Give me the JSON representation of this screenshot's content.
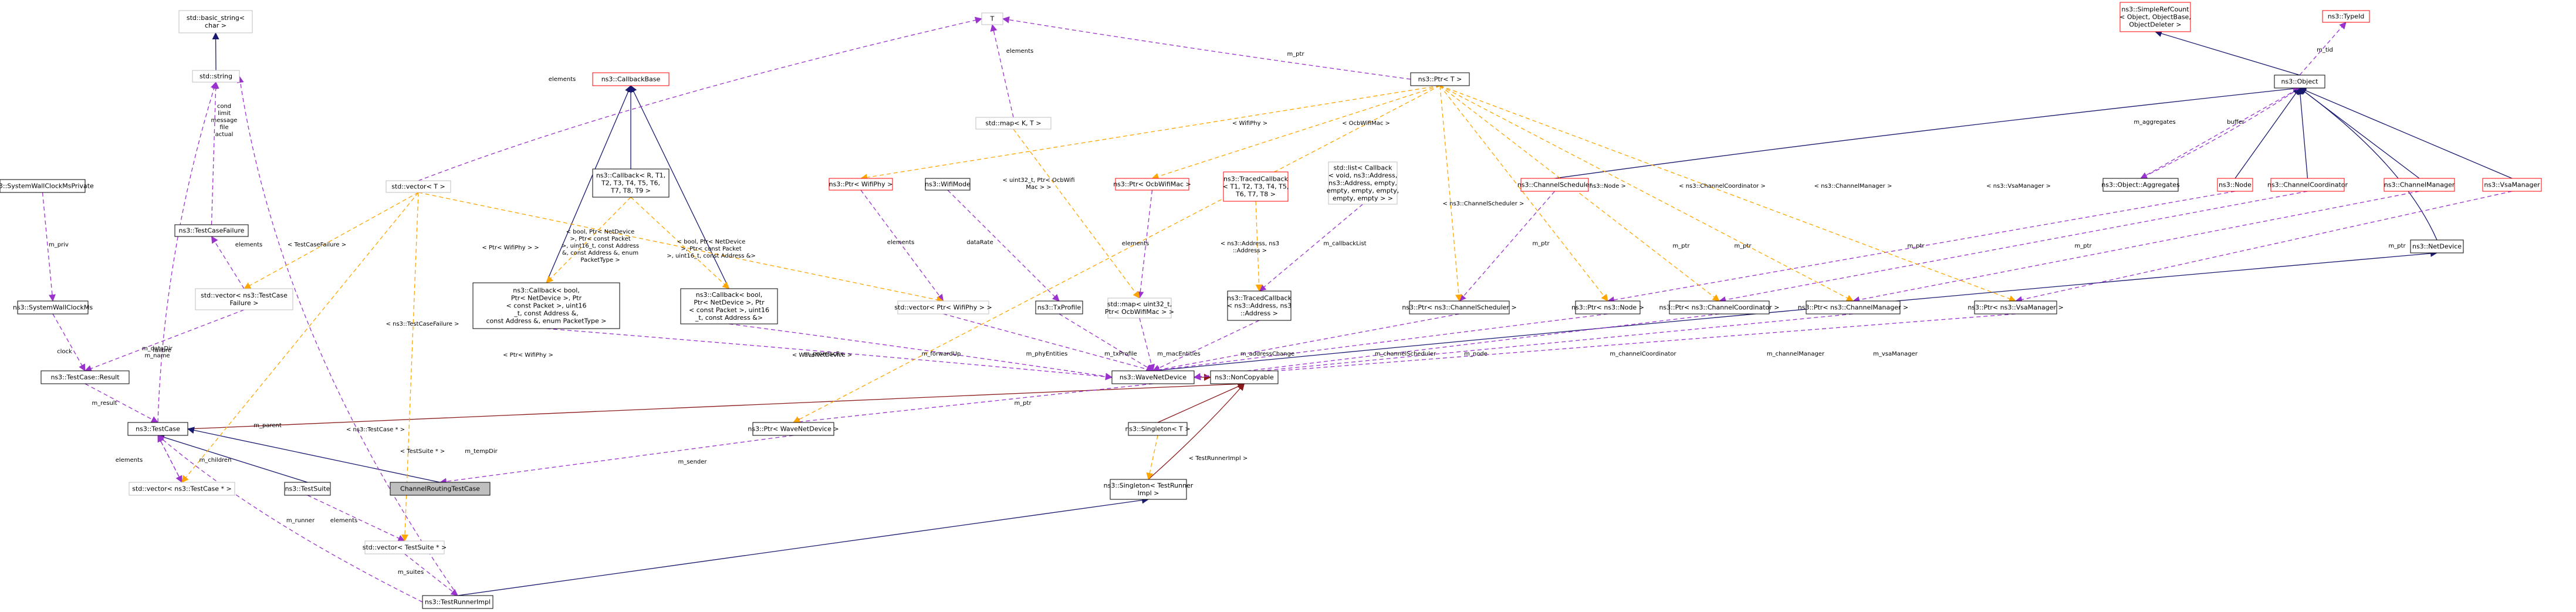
{
  "colors": {
    "solid_edge": "#191970",
    "usage_edge": "#9a32cd",
    "template_edge": "#ffa500",
    "composition_edge": "#8b1a1a",
    "node_border_black": "#000000",
    "node_border_red": "#ff0000",
    "node_border_grey": "#bfbfbf",
    "highlight_fill": "#bfbfbf"
  },
  "nodes": [
    {
      "id": "basic_string",
      "lines": [
        "std::basic_string<",
        "char >"
      ],
      "style": "grey"
    },
    {
      "id": "std_string",
      "lines": [
        "std::string"
      ],
      "style": "grey"
    },
    {
      "id": "T",
      "lines": [
        "T"
      ],
      "style": "grey"
    },
    {
      "id": "callbackbase",
      "lines": [
        "ns3::CallbackBase"
      ],
      "style": "red"
    },
    {
      "id": "vector_T",
      "lines": [
        "std::vector< T >"
      ],
      "style": "grey"
    },
    {
      "id": "callback_generic",
      "lines": [
        "ns3::Callback< R, T1,",
        "T2, T3, T4, T5, T6,",
        "T7, T8, T9 >"
      ],
      "style": "black"
    },
    {
      "id": "map_KT",
      "lines": [
        "std::map< K, T >"
      ],
      "style": "grey"
    },
    {
      "id": "ptr_T",
      "lines": [
        "ns3::Ptr< T >"
      ],
      "style": "black"
    },
    {
      "id": "simplerefcount",
      "lines": [
        "ns3::SimpleRefCount",
        "< Object, ObjectBase,",
        "ObjectDeleter >"
      ],
      "style": "red"
    },
    {
      "id": "typeid",
      "lines": [
        "ns3::TypeId"
      ],
      "style": "red"
    },
    {
      "id": "object",
      "lines": [
        "ns3::Object"
      ],
      "style": "black"
    },
    {
      "id": "syswall_private",
      "lines": [
        "ns3::SystemWallClockMsPrivate"
      ],
      "style": "black"
    },
    {
      "id": "testcasefailure",
      "lines": [
        "ns3::TestCaseFailure"
      ],
      "style": "black"
    },
    {
      "id": "vector_failure",
      "lines": [
        "std::vector< ns3::TestCase",
        "Failure >"
      ],
      "style": "grey"
    },
    {
      "id": "ptr_wifiphy",
      "lines": [
        "ns3::Ptr< WifiPhy >"
      ],
      "style": "red"
    },
    {
      "id": "wifimode",
      "lines": [
        "ns3::WifiMode"
      ],
      "style": "black"
    },
    {
      "id": "ptr_ocbwifimac",
      "lines": [
        "ns3::Ptr< OcbWifiMac >"
      ],
      "style": "red"
    },
    {
      "id": "traced_callback_generic",
      "lines": [
        "ns3::TracedCallback",
        "< T1, T2, T3, T4, T5,",
        "T6, T7, T8 >"
      ],
      "style": "red"
    },
    {
      "id": "list_callback",
      "lines": [
        "std::list< Callback",
        "< void, ns3::Address,",
        "ns3::Address, empty,",
        "empty, empty, empty,",
        "empty, empty > >"
      ],
      "style": "grey"
    },
    {
      "id": "channelscheduler",
      "lines": [
        "ns3::ChannelScheduler"
      ],
      "style": "red"
    },
    {
      "id": "object_aggregates",
      "lines": [
        "ns3::Object::Aggregates"
      ],
      "style": "black"
    },
    {
      "id": "node",
      "lines": [
        "ns3::Node"
      ],
      "style": "red"
    },
    {
      "id": "channelcoordinator",
      "lines": [
        "ns3::ChannelCoordinator"
      ],
      "style": "red"
    },
    {
      "id": "channelmanager",
      "lines": [
        "ns3::ChannelManager"
      ],
      "style": "red"
    },
    {
      "id": "vsamanager",
      "lines": [
        "ns3::VsaManager"
      ],
      "style": "red"
    },
    {
      "id": "syswallclock",
      "lines": [
        "ns3::SystemWallClockMs"
      ],
      "style": "black"
    },
    {
      "id": "callback_promisc",
      "lines": [
        "ns3::Callback< bool,",
        "Ptr< NetDevice >, Ptr",
        "< const Packet >, uint16",
        "_t, const Address &,",
        "const Address &, enum PacketType >"
      ],
      "style": "black"
    },
    {
      "id": "callback_forward",
      "lines": [
        "ns3::Callback< bool,",
        "Ptr< NetDevice >, Ptr",
        "< const Packet >, uint16",
        "_t, const Address &>"
      ],
      "style": "black"
    },
    {
      "id": "vector_ptr_wifiphy",
      "lines": [
        "std::vector< Ptr< WifiPhy > >"
      ],
      "style": "grey"
    },
    {
      "id": "txprofile",
      "lines": [
        "ns3::TxProfile"
      ],
      "style": "black"
    },
    {
      "id": "map_uint32_ocb",
      "lines": [
        "std::map< uint32_t,",
        "Ptr< OcbWifiMac > >"
      ],
      "style": "grey"
    },
    {
      "id": "traced_callback_addr",
      "lines": [
        "ns3::TracedCallback",
        "< ns3::Address, ns3",
        "::Address >"
      ],
      "style": "black"
    },
    {
      "id": "ptr_channelscheduler",
      "lines": [
        "ns3::Ptr< ns3::ChannelScheduler >"
      ],
      "style": "black"
    },
    {
      "id": "ptr_node",
      "lines": [
        "ns3::Ptr< ns3::Node >"
      ],
      "style": "black"
    },
    {
      "id": "ptr_channelcoordinator",
      "lines": [
        "ns3::Ptr< ns3::ChannelCoordinator >"
      ],
      "style": "black"
    },
    {
      "id": "ptr_channelmanager",
      "lines": [
        "ns3::Ptr< ns3::ChannelManager >"
      ],
      "style": "black"
    },
    {
      "id": "ptr_vsamanager",
      "lines": [
        "ns3::Ptr< ns3::VsaManager >"
      ],
      "style": "black"
    },
    {
      "id": "netdevice",
      "lines": [
        "ns3::NetDevice"
      ],
      "style": "black"
    },
    {
      "id": "testcase_result",
      "lines": [
        "ns3::TestCase::Result"
      ],
      "style": "black"
    },
    {
      "id": "wavenetdevice",
      "lines": [
        "ns3::WaveNetDevice"
      ],
      "style": "black"
    },
    {
      "id": "noncopyable",
      "lines": [
        "ns3::NonCopyable"
      ],
      "style": "black"
    },
    {
      "id": "testcase",
      "lines": [
        "ns3::TestCase"
      ],
      "style": "black"
    },
    {
      "id": "ptr_wavenetdevice",
      "lines": [
        "ns3::Ptr< WaveNetDevice >"
      ],
      "style": "black"
    },
    {
      "id": "singleton_T",
      "lines": [
        "ns3::Singleton< T >"
      ],
      "style": "black"
    },
    {
      "id": "vector_testcase",
      "lines": [
        "std::vector< ns3::TestCase * >"
      ],
      "style": "grey"
    },
    {
      "id": "testsuite",
      "lines": [
        "ns3::TestSuite"
      ],
      "style": "black"
    },
    {
      "id": "channelroutingtestcase",
      "lines": [
        "ChannelRoutingTestCase"
      ],
      "style": "highlight"
    },
    {
      "id": "singleton_runner",
      "lines": [
        "ns3::Singleton< TestRunner",
        "Impl >"
      ],
      "style": "black"
    },
    {
      "id": "vector_testsuite",
      "lines": [
        "std::vector< TestSuite * >"
      ],
      "style": "grey"
    },
    {
      "id": "testrunnerimpl",
      "lines": [
        "ns3::TestRunnerImpl"
      ],
      "style": "black"
    }
  ],
  "edge_labels": [
    {
      "id": "l_elements_vector",
      "text": [
        "elements"
      ]
    },
    {
      "id": "l_elements_map",
      "text": [
        "elements"
      ]
    },
    {
      "id": "l_mptr_top",
      "text": [
        "m_ptr"
      ]
    },
    {
      "id": "l_mtid",
      "text": [
        "m_tid"
      ]
    },
    {
      "id": "l_cond",
      "text": [
        "cond",
        "limit",
        "message",
        "file",
        "actual"
      ]
    },
    {
      "id": "l_wifiphy",
      "text": [
        "< WifiPhy >"
      ]
    },
    {
      "id": "l_ocbwifimac",
      "text": [
        "< OcbWifiMac >"
      ]
    },
    {
      "id": "l_channelscheduler",
      "text": [
        "< ns3::ChannelScheduler >"
      ]
    },
    {
      "id": "l_nodeT",
      "text": [
        "< ns3::Node >"
      ]
    },
    {
      "id": "l_channelcoordinator",
      "text": [
        "< ns3::ChannelCoordinator >"
      ]
    },
    {
      "id": "l_channelmanager",
      "text": [
        "< ns3::ChannelManager >"
      ]
    },
    {
      "id": "l_vsamanager",
      "text": [
        "< ns3::VsaManager >"
      ]
    },
    {
      "id": "l_maggregates",
      "text": [
        "m_aggregates"
      ]
    },
    {
      "id": "l_buffer",
      "text": [
        "buffer"
      ]
    },
    {
      "id": "l_uint32",
      "text": [
        "< uint32_t, Ptr< OcbWifi",
        "Mac > >"
      ]
    },
    {
      "id": "l_mpriv",
      "text": [
        "m_priv"
      ]
    },
    {
      "id": "l_elements_failure",
      "text": [
        "elements"
      ]
    },
    {
      "id": "l_testcasefailure",
      "text": [
        "< TestCaseFailure >"
      ]
    },
    {
      "id": "l_ptrwifiphy_vec",
      "text": [
        "< Ptr< WifiPhy > >"
      ]
    },
    {
      "id": "l_bool_promisc",
      "text": [
        "< bool, Ptr< NetDevice",
        ">, Ptr< const Packet",
        ">, uint16_t, const Address",
        "&, const Address &, enum",
        "PacketType >"
      ]
    },
    {
      "id": "l_bool_forward",
      "text": [
        "< bool, Ptr< NetDevice",
        ">, Ptr< const Packet",
        ">, uint16_t, const Address &>"
      ]
    },
    {
      "id": "l_elements_wifiphy",
      "text": [
        "elements"
      ]
    },
    {
      "id": "l_datarate",
      "text": [
        "dataRate"
      ]
    },
    {
      "id": "l_elements_ocb",
      "text": [
        "elements"
      ]
    },
    {
      "id": "l_addr_addr",
      "text": [
        "< ns3::Address, ns3",
        "::Address >"
      ]
    },
    {
      "id": "l_mcallbacklist",
      "text": [
        "m_callbackList"
      ]
    },
    {
      "id": "l_mptr_sched",
      "text": [
        "m_ptr"
      ]
    },
    {
      "id": "l_mptr_node",
      "text": [
        "m_ptr"
      ]
    },
    {
      "id": "l_mptr_coord",
      "text": [
        "m_ptr"
      ]
    },
    {
      "id": "l_mptr_mgr",
      "text": [
        "m_ptr"
      ]
    },
    {
      "id": "l_mptr_vsa",
      "text": [
        "m_ptr"
      ]
    },
    {
      "id": "l_mptr_netdev",
      "text": [
        "m_ptr"
      ]
    },
    {
      "id": "l_clock",
      "text": [
        "clock"
      ]
    },
    {
      "id": "l_failure",
      "text": [
        "failure"
      ]
    },
    {
      "id": "l_mdatadir",
      "text": [
        "m_dataDir",
        "m_name"
      ]
    },
    {
      "id": "l_testcasefailure_ptr",
      "text": [
        "< ns3::TestCaseFailure >"
      ]
    },
    {
      "id": "l_ptrwifiphy_wave",
      "text": [
        "< Ptr< WifiPhy >"
      ]
    },
    {
      "id": "l_wavenetdevice",
      "text": [
        "< WaveNetDevice >"
      ]
    },
    {
      "id": "l_mpromiscrx",
      "text": [
        "m_promiscRx"
      ]
    },
    {
      "id": "l_mforwardup",
      "text": [
        "m_forwardUp"
      ]
    },
    {
      "id": "l_mphyentities",
      "text": [
        "m_phyEntities"
      ]
    },
    {
      "id": "l_mtxprofile",
      "text": [
        "m_txProfile"
      ]
    },
    {
      "id": "l_mmacentities",
      "text": [
        "m_macEntities"
      ]
    },
    {
      "id": "l_maddresschange",
      "text": [
        "m_addressChange"
      ]
    },
    {
      "id": "l_mchannelscheduler",
      "text": [
        "m_channelScheduler"
      ]
    },
    {
      "id": "l_mnode",
      "text": [
        "m_node"
      ]
    },
    {
      "id": "l_mchannelcoordinator",
      "text": [
        "m_channelCoordinator"
      ]
    },
    {
      "id": "l_mchannelmanager",
      "text": [
        "m_channelManager"
      ]
    },
    {
      "id": "l_mvsamanager",
      "text": [
        "m_vsaManager"
      ]
    },
    {
      "id": "l_mresult",
      "text": [
        "m_result"
      ]
    },
    {
      "id": "l_mparent",
      "text": [
        "m_parent"
      ]
    },
    {
      "id": "l_testcaseptr",
      "text": [
        "< ns3::TestCase * >"
      ]
    },
    {
      "id": "l_testsuiteptr",
      "text": [
        "< TestSuite * >"
      ]
    },
    {
      "id": "l_mtempdir",
      "text": [
        "m_tempDir"
      ]
    },
    {
      "id": "l_mptr_wave",
      "text": [
        "m_ptr"
      ]
    },
    {
      "id": "l_testrunnerimpl",
      "text": [
        "< TestRunnerImpl >"
      ]
    },
    {
      "id": "l_elements_children",
      "text": [
        "elements"
      ]
    },
    {
      "id": "l_mchildren",
      "text": [
        "m_children"
      ]
    },
    {
      "id": "l_msender",
      "text": [
        "m_sender"
      ]
    },
    {
      "id": "l_mrunner",
      "text": [
        "m_runner"
      ]
    },
    {
      "id": "l_elements_suite",
      "text": [
        "elements"
      ]
    },
    {
      "id": "l_msuites",
      "text": [
        "m_suites"
      ]
    }
  ]
}
